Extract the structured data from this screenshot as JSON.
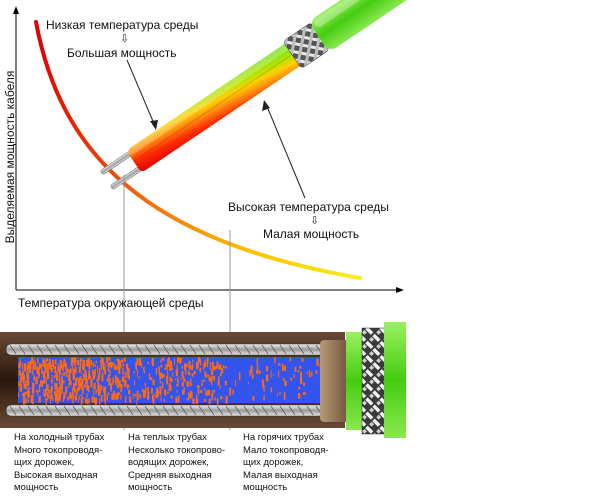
{
  "labels": {
    "low_temp": "Низкая температура среды",
    "high_power": "Большая мощность",
    "high_temp": "Высокая температура среды",
    "low_power": "Малая мощность",
    "y_axis": "Выделяемая мощность кабеля",
    "x_axis": "Температура окружающей среды"
  },
  "columns": [
    {
      "lines": [
        "На холодный трубах",
        "Много токопроводя-",
        "щих дорожек,",
        "Высокая выходная",
        "мощность"
      ]
    },
    {
      "lines": [
        "На теплых трубах",
        "Несколько токопрово-",
        "водящих дорожек,",
        "Средняя выходная",
        "мощность"
      ]
    },
    {
      "lines": [
        "На горячих трубах",
        "Мало токопроводя-",
        "щих дорожек,",
        "Малая выходная",
        "мощность"
      ]
    }
  ],
  "colors": {
    "hot": "#e00000",
    "mid": "#ff9a1a",
    "warm": "#ffe000",
    "green": "#5ee020",
    "core_blue": "#3355ee",
    "core_orange": "#ff6a10",
    "jacket": "#3a2418"
  }
}
